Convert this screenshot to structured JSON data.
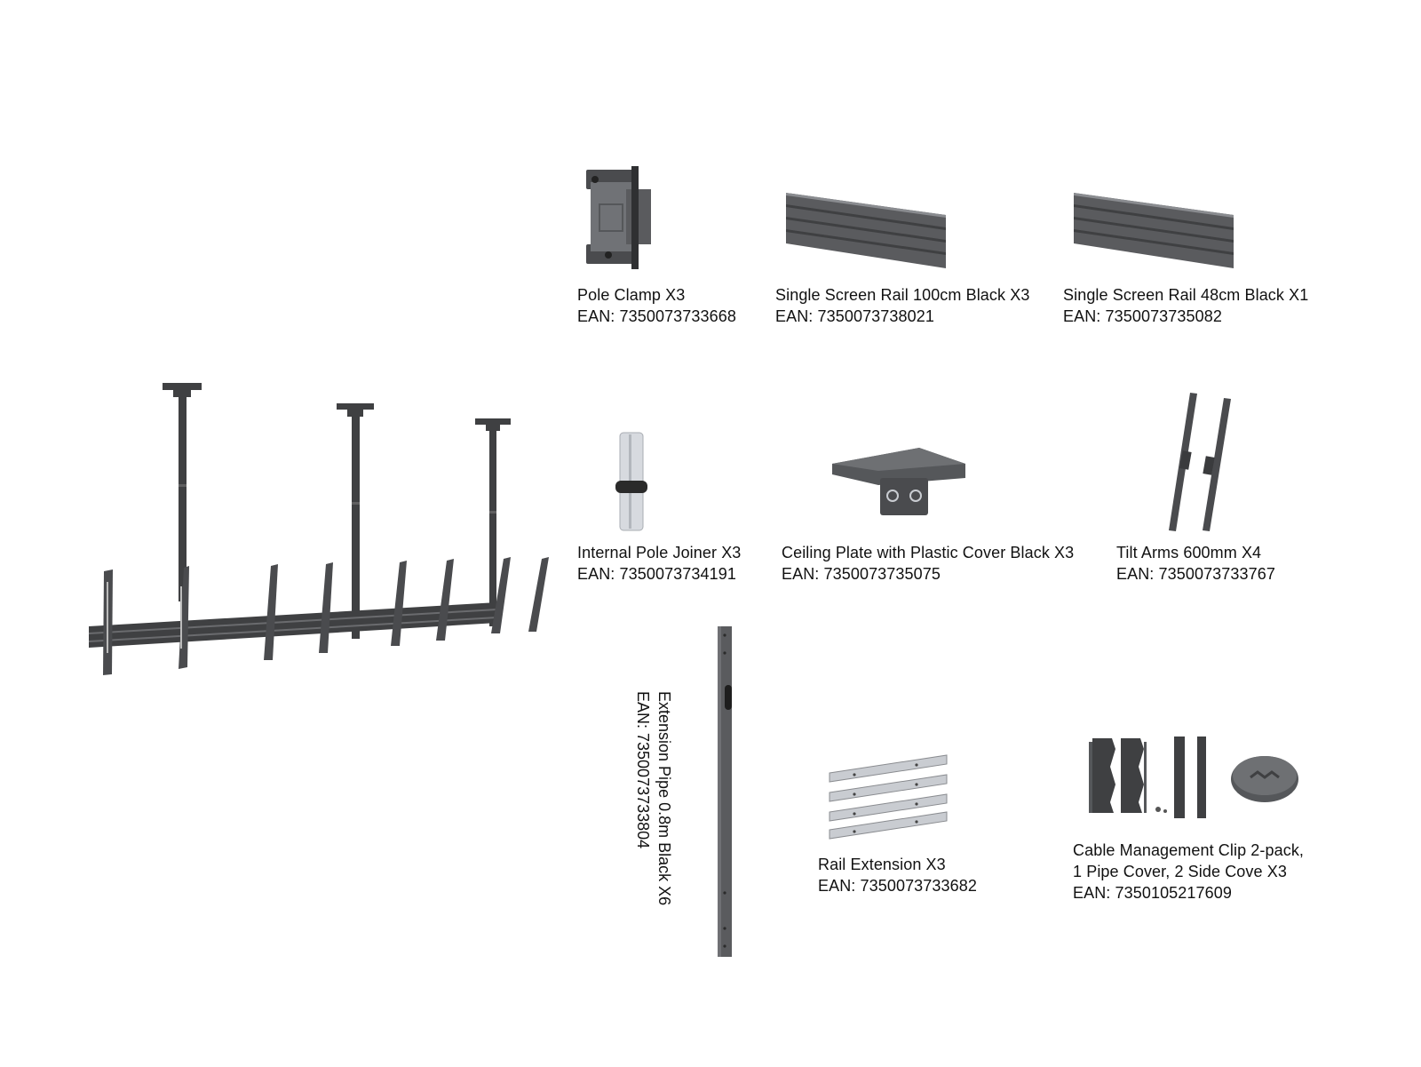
{
  "colors": {
    "metal_dark": "#3f4042",
    "metal_mid": "#5a5b5e",
    "metal_light": "#8a8c90",
    "silver": "#c9ccd1",
    "text": "#111111"
  },
  "items": {
    "pole_clamp": {
      "name": "Pole Clamp X3",
      "ean": "EAN: 7350073733668",
      "icon": "pole-clamp-icon"
    },
    "rail_100": {
      "name": "Single Screen Rail 100cm Black X3",
      "ean": "EAN: 7350073738021",
      "icon": "rail-icon"
    },
    "rail_48": {
      "name": "Single Screen Rail 48cm Black X1",
      "ean": "EAN: 7350073735082",
      "icon": "rail-icon"
    },
    "pole_joiner": {
      "name": "Internal Pole Joiner X3",
      "ean": "EAN: 7350073734191",
      "icon": "pole-joiner-icon"
    },
    "ceiling_plate": {
      "name": "Ceiling Plate with Plastic Cover Black X3",
      "ean": "EAN: 7350073735075",
      "icon": "ceiling-plate-icon"
    },
    "tilt_arms": {
      "name": "Tilt Arms 600mm X4",
      "ean": "EAN: 7350073733767",
      "icon": "tilt-arm-icon"
    },
    "extension_pipe": {
      "name": "Extension Pipe 0.8m Black X6",
      "ean": "EAN: 7350073733804",
      "icon": "extension-pipe-icon"
    },
    "rail_extension": {
      "name": "Rail Extension X3",
      "ean": "EAN: 7350073733682",
      "icon": "rail-extension-icon"
    },
    "cable_mgmt": {
      "name_line1": "Cable Management Clip 2-pack,",
      "name_line2": "1 Pipe Cover, 2 Side Cove X3",
      "ean": "EAN: 7350105217609",
      "icon": "cable-clip-icon"
    }
  }
}
